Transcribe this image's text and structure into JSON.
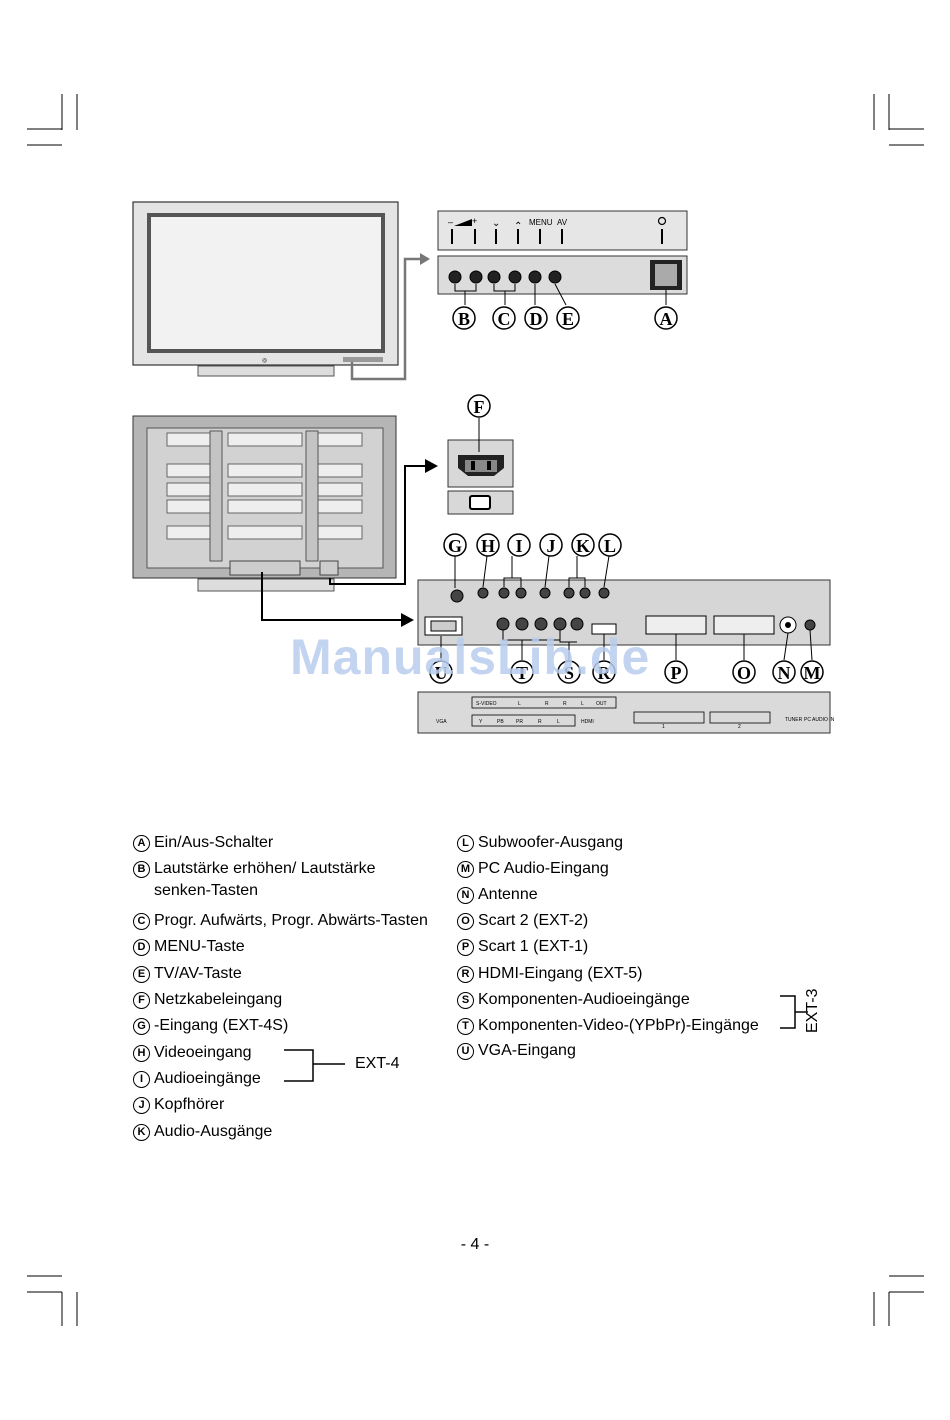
{
  "diagram": {
    "panel_labels": [
      "–",
      "+",
      "⌄",
      "⌃",
      "MENU",
      "AV"
    ],
    "port_labels_row": [
      "S-VIDEO",
      "R",
      "L",
      "R",
      "L",
      "OUT"
    ],
    "port_labels_bottom": [
      "VGA",
      "Y",
      "PB",
      "PR",
      "R",
      "L",
      "HDMI",
      "1",
      "2",
      "TUNER",
      "PC AUDIO IN"
    ],
    "callouts": {
      "A": "A",
      "B": "B",
      "C": "C",
      "D": "D",
      "E": "E",
      "F": "F",
      "G": "G",
      "H": "H",
      "I": "I",
      "J": "J",
      "K": "K",
      "L": "L",
      "U": "U",
      "T": "T",
      "S": "S",
      "R": "R",
      "P": "P",
      "O": "O",
      "N": "N",
      "M": "M"
    }
  },
  "legend_left": [
    {
      "letter": "A",
      "text": "Ein/Aus-Schalter"
    },
    {
      "letter": "B",
      "text": "Lautstärke erhöhen/ Lautstärke senken-Tasten"
    },
    {
      "letter": "C",
      "text": "Progr. Aufwärts, Progr. Abwärts-Tasten"
    },
    {
      "letter": "D",
      "text": "MENU-Taste"
    },
    {
      "letter": "E",
      "text": "TV/AV-Taste"
    },
    {
      "letter": "F",
      "text": "Netzkabeleingang"
    },
    {
      "letter": "G",
      "text": "-Eingang  (EXT-4S)"
    },
    {
      "letter": "H",
      "text": "Videoeingang"
    },
    {
      "letter": "I",
      "text": "Audioeingänge"
    },
    {
      "letter": "J",
      "text": "Kopfhörer"
    },
    {
      "letter": "K",
      "text": "Audio-Ausgänge"
    }
  ],
  "legend_right": [
    {
      "letter": "L",
      "text": "Subwoofer-Ausgang"
    },
    {
      "letter": "M",
      "text": "PC Audio-Eingang"
    },
    {
      "letter": "N",
      "text": "Antenne"
    },
    {
      "letter": "O",
      "text": "Scart 2 (EXT-2)"
    },
    {
      "letter": "P",
      "text": "Scart 1 (EXT-1)"
    },
    {
      "letter": "R",
      "text": "HDMI-Eingang (EXT-5)"
    },
    {
      "letter": "S",
      "text": "Komponenten-Audioeingänge"
    },
    {
      "letter": "T",
      "text": "Komponenten-Video-(YPbPr)-Eingänge"
    },
    {
      "letter": "U",
      "text": "VGA-Eingang"
    }
  ],
  "groups": {
    "ext4": "EXT-4",
    "ext3": "EXT-3"
  },
  "watermark": "ManualsLib.de",
  "page_number": "- 4 -"
}
